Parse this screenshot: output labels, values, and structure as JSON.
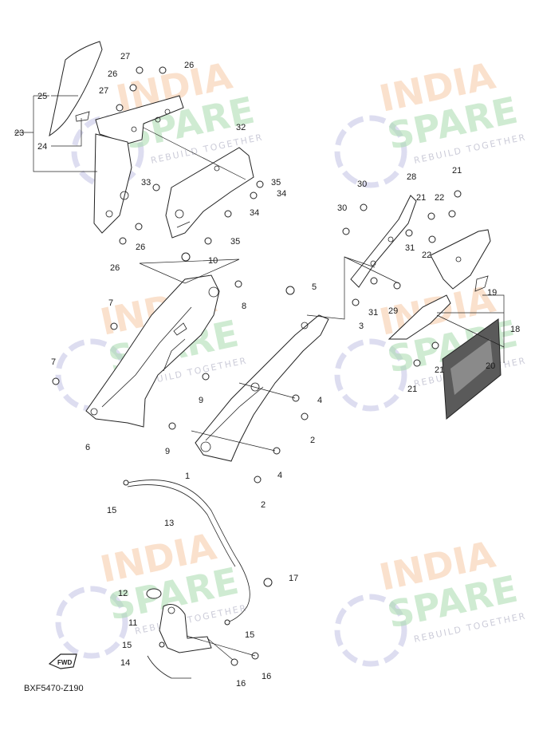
{
  "diagram": {
    "code": "BXF5470-Z190",
    "fwd_label": "FWD"
  },
  "watermark": {
    "line1": "INDIA",
    "line2": "SPARE",
    "tagline": "REBUILD TOGETHER"
  },
  "callouts": [
    "1",
    "2",
    "3",
    "4",
    "5",
    "6",
    "7",
    "8",
    "9",
    "10",
    "11",
    "12",
    "13",
    "14",
    "15",
    "16",
    "17",
    "18",
    "19",
    "20",
    "21",
    "22",
    "23",
    "24",
    "25",
    "26",
    "27",
    "28",
    "29",
    "30",
    "31",
    "32",
    "33",
    "34",
    "35"
  ]
}
